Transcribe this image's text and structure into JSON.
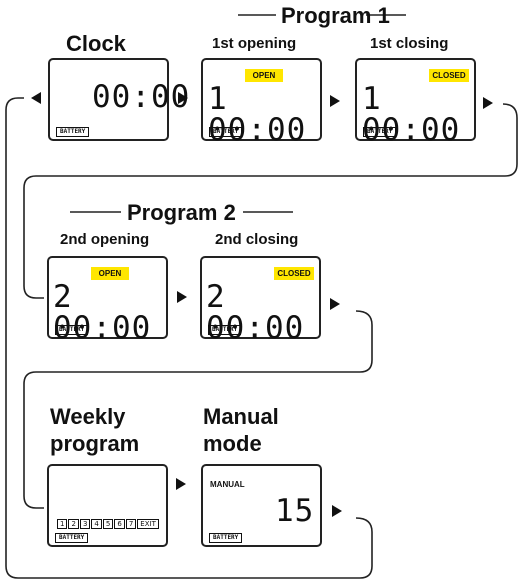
{
  "headers": {
    "clock": "Clock",
    "program1": "Program 1",
    "first_opening": "1st opening",
    "first_closing": "1st closing",
    "program2": "Program 2",
    "second_opening": "2nd opening",
    "second_closing": "2nd closing",
    "weekly_line1": "Weekly",
    "weekly_line2": "program",
    "manual_line1": "Manual",
    "manual_line2": "mode"
  },
  "displays": {
    "clock": {
      "digits": "00:00",
      "battery": "BATTERY"
    },
    "p1_open": {
      "digits": "1 00:00",
      "tag": "OPEN",
      "battery": "BATTERY"
    },
    "p1_close": {
      "digits": "1 00:00",
      "tag": "CLOSED",
      "battery": "BATTERY"
    },
    "p2_open": {
      "digits": "2 00:00",
      "tag": "OPEN",
      "battery": "BATTERY"
    },
    "p2_close": {
      "digits": "2 00:00",
      "tag": "CLOSED",
      "battery": "BATTERY"
    },
    "weekly": {
      "days": [
        "1",
        "2",
        "3",
        "4",
        "5",
        "6",
        "7",
        "EXIT"
      ],
      "battery": "BATTERY"
    },
    "manual": {
      "label": "MANUAL",
      "digits": "15",
      "battery": "BATTERY"
    }
  },
  "colors": {
    "highlight": "#ffe600",
    "line": "#222222"
  }
}
